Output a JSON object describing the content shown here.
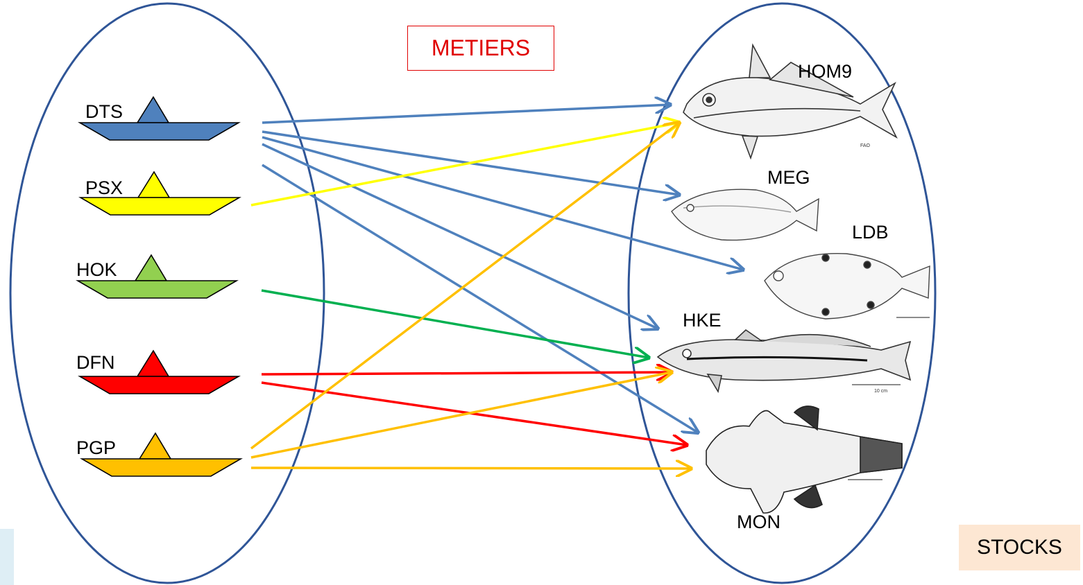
{
  "header_label": "METIERS",
  "footer_label": "STOCKS",
  "metiers": [
    {
      "code": "DTS",
      "color": "#4f81bd"
    },
    {
      "code": "PSX",
      "color": "#ffff00"
    },
    {
      "code": "HOK",
      "color": "#92d050"
    },
    {
      "code": "DFN",
      "color": "#ff0000"
    },
    {
      "code": "PGP",
      "color": "#ffc000"
    }
  ],
  "stocks": [
    {
      "code": "HOM9",
      "icon": "horse-mackerel-icon"
    },
    {
      "code": "MEG",
      "icon": "megrim-icon"
    },
    {
      "code": "LDB",
      "icon": "four-spot-megrim-icon"
    },
    {
      "code": "HKE",
      "icon": "hake-icon"
    },
    {
      "code": "MON",
      "icon": "anglerfish-icon"
    }
  ],
  "links": [
    {
      "from": "DTS",
      "to": "HOM9",
      "color": "#4f81bd"
    },
    {
      "from": "DTS",
      "to": "MEG",
      "color": "#4f81bd"
    },
    {
      "from": "DTS",
      "to": "LDB",
      "color": "#4f81bd"
    },
    {
      "from": "DTS",
      "to": "HKE",
      "color": "#4f81bd"
    },
    {
      "from": "DTS",
      "to": "MON",
      "color": "#4f81bd"
    },
    {
      "from": "PSX",
      "to": "HOM9",
      "color": "#ffff00"
    },
    {
      "from": "HOK",
      "to": "HKE",
      "color": "#00b050"
    },
    {
      "from": "DFN",
      "to": "HKE",
      "color": "#ff0000"
    },
    {
      "from": "DFN",
      "to": "MON",
      "color": "#ff0000"
    },
    {
      "from": "PGP",
      "to": "HOM9",
      "color": "#ffc000"
    },
    {
      "from": "PGP",
      "to": "HKE",
      "color": "#ffc000"
    },
    {
      "from": "PGP",
      "to": "MON",
      "color": "#ffc000"
    }
  ],
  "fao_mark": "FAO",
  "scale_label": "10 cm"
}
